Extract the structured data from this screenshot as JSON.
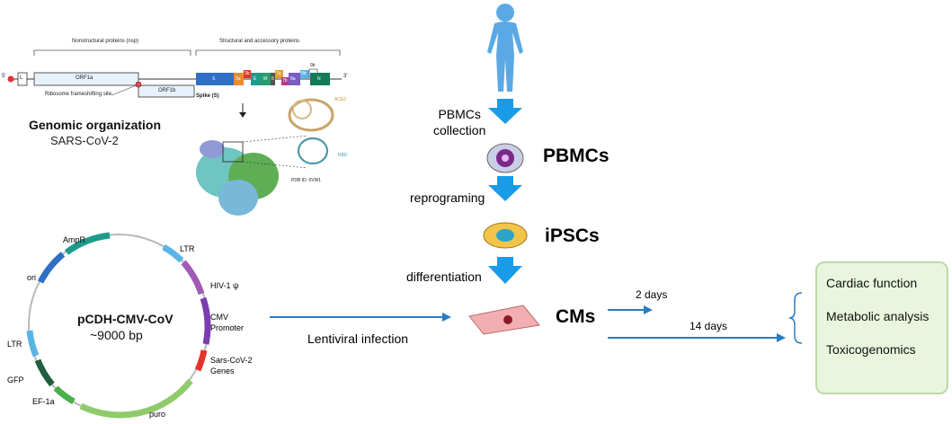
{
  "genome": {
    "five_prime": "5'",
    "three_prime": "3'",
    "leader": "L",
    "nsp_label": "Nonstructural proteins (nsp)",
    "structural_label": "Structural and accessory proteins",
    "orf1a": "ORF1a",
    "orf1b": "ORF1b",
    "frameshift_label": "Ribosome frameshifting site",
    "genes": [
      "S",
      "3a",
      "3b",
      "E",
      "M",
      "6",
      "7a",
      "7b",
      "8a",
      "8b",
      "9b",
      "N"
    ],
    "spike_label": "Spike (S)",
    "title": "Genomic organization",
    "subtitle": "SARS-CoV-2",
    "ace2_label": "ACE2",
    "rbd_label": "RBD",
    "pdb_label": "PDB ID: 6VW1"
  },
  "plasmid": {
    "name": "pCDH-CMV-CoV",
    "size": "~9000 bp",
    "features": {
      "ampr": "AmpR",
      "ori": "ori",
      "ltr_top": "LTR",
      "hiv": "HIV-1 ψ",
      "cmv": "CMV\nPromoter",
      "sars": "Sars-CoV-2\nGenes",
      "puro": "puro",
      "ef1a": "EF-1a",
      "gfp": "GFP",
      "ltr_left": "LTR"
    },
    "colors": {
      "ampr": "#1d9c8c",
      "ori": "#2f6fc4",
      "ltr": "#5ab4e6",
      "hiv": "#a05bb7",
      "cmv": "#7a3cae",
      "sars": "#e6332a",
      "puro": "#8fcb6b",
      "ef1a": "#49b04a",
      "gfp": "#1f5e3e"
    }
  },
  "workflow": {
    "pbmc_collection": "PBMCs\ncollection",
    "pbmcs": "PBMCs",
    "reprograming": "reprograming",
    "ipscs": "iPSCs",
    "differentiation": "differentiation",
    "cms": "CMs",
    "lentiviral": "Lentiviral infection",
    "day2": "2 days",
    "day14": "14 days",
    "arrow_color": "#1a9be8"
  },
  "results": [
    "Cardiac function",
    "Metabolic analysis",
    "Toxicogenomics"
  ]
}
